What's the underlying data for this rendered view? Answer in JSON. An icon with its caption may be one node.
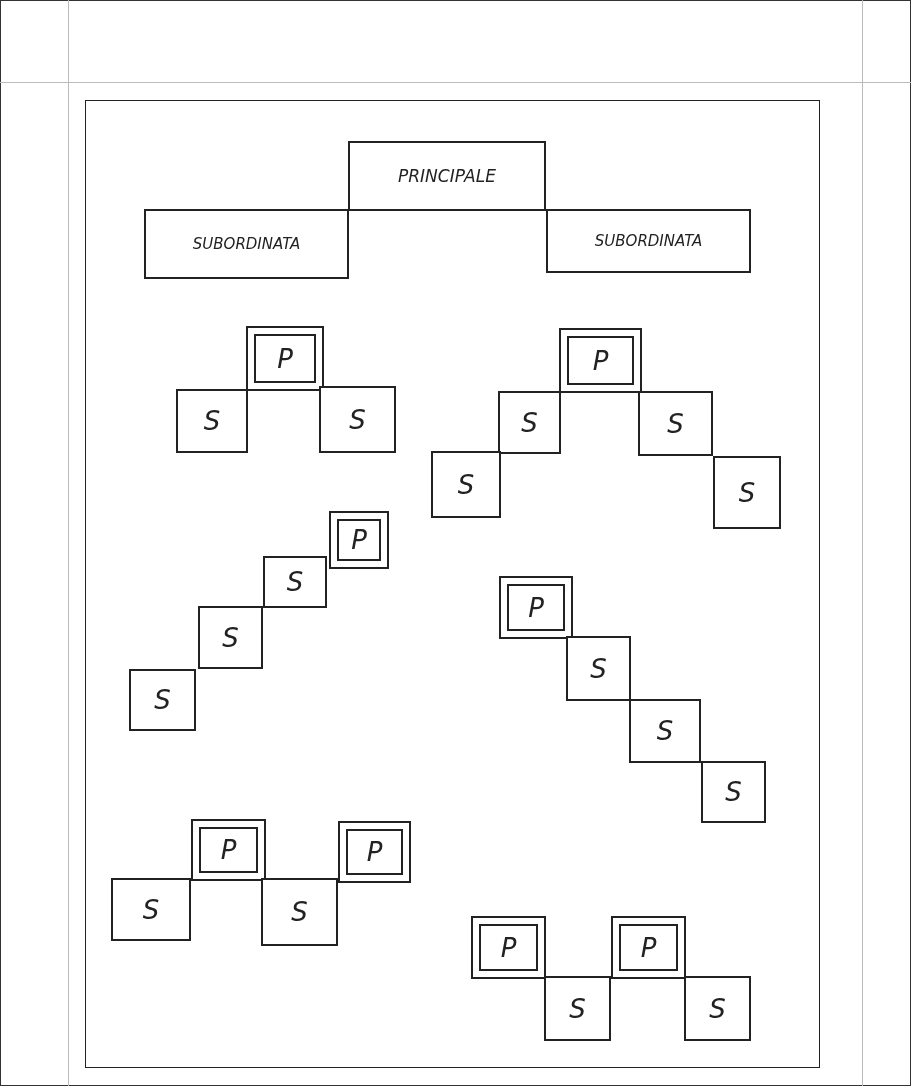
{
  "diagram": {
    "nodes": [
      {
        "text": [
          "PRINCIPALE"
        ]
      },
      {
        "text": [
          "SUBORDINATA"
        ]
      },
      {
        "text": [
          "SUBORDINATA"
        ]
      },
      {
        "text": [
          "P"
        ]
      },
      {
        "text": [
          "S"
        ]
      },
      {
        "text": [
          "S"
        ]
      },
      {
        "text": [
          "P"
        ]
      },
      {
        "text": [
          "S"
        ]
      },
      {
        "text": [
          "S"
        ]
      },
      {
        "text": [
          "S"
        ]
      },
      {
        "text": [
          "S"
        ]
      },
      {
        "text": [
          "P"
        ]
      },
      {
        "text": [
          "S"
        ]
      },
      {
        "text": [
          "S"
        ]
      },
      {
        "text": [
          "S"
        ]
      },
      {
        "text": [
          "P"
        ]
      },
      {
        "text": [
          "S"
        ]
      },
      {
        "text": [
          "S"
        ]
      },
      {
        "text": [
          "S"
        ]
      },
      {
        "text": [
          "S"
        ]
      },
      {
        "text": [
          "P"
        ]
      },
      {
        "text": [
          "S"
        ]
      },
      {
        "text": [
          "P"
        ]
      },
      {
        "text": [
          "P"
        ]
      },
      {
        "text": [
          "S"
        ]
      },
      {
        "text": [
          "P"
        ]
      },
      {
        "text": [
          "S"
        ]
      }
    ]
  }
}
